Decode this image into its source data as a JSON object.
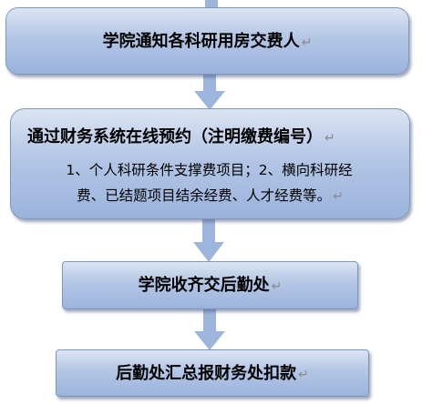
{
  "steps": [
    {
      "text": "学院通知各科研用房交费人",
      "mark": "↵"
    },
    {
      "text": "通过财务系统在线预约（注明缴费编号）",
      "mark": "↵",
      "details": [
        {
          "text": "1、个人科研条件支撑费项目；2、横向科研经",
          "mark": ""
        },
        {
          "text": "费、已结题项目结余经费、人才经费等。",
          "mark": "↵"
        }
      ]
    },
    {
      "text": "学院收齐交后勤处",
      "mark": "↵"
    },
    {
      "text": "后勤处汇总报财务处扣款",
      "mark": "↵"
    }
  ],
  "colors": {
    "box_top": "#dbe4f3",
    "box_bottom": "#9bb3dc",
    "box_border": "#7f96bd",
    "arrow": "#9db5dc"
  }
}
